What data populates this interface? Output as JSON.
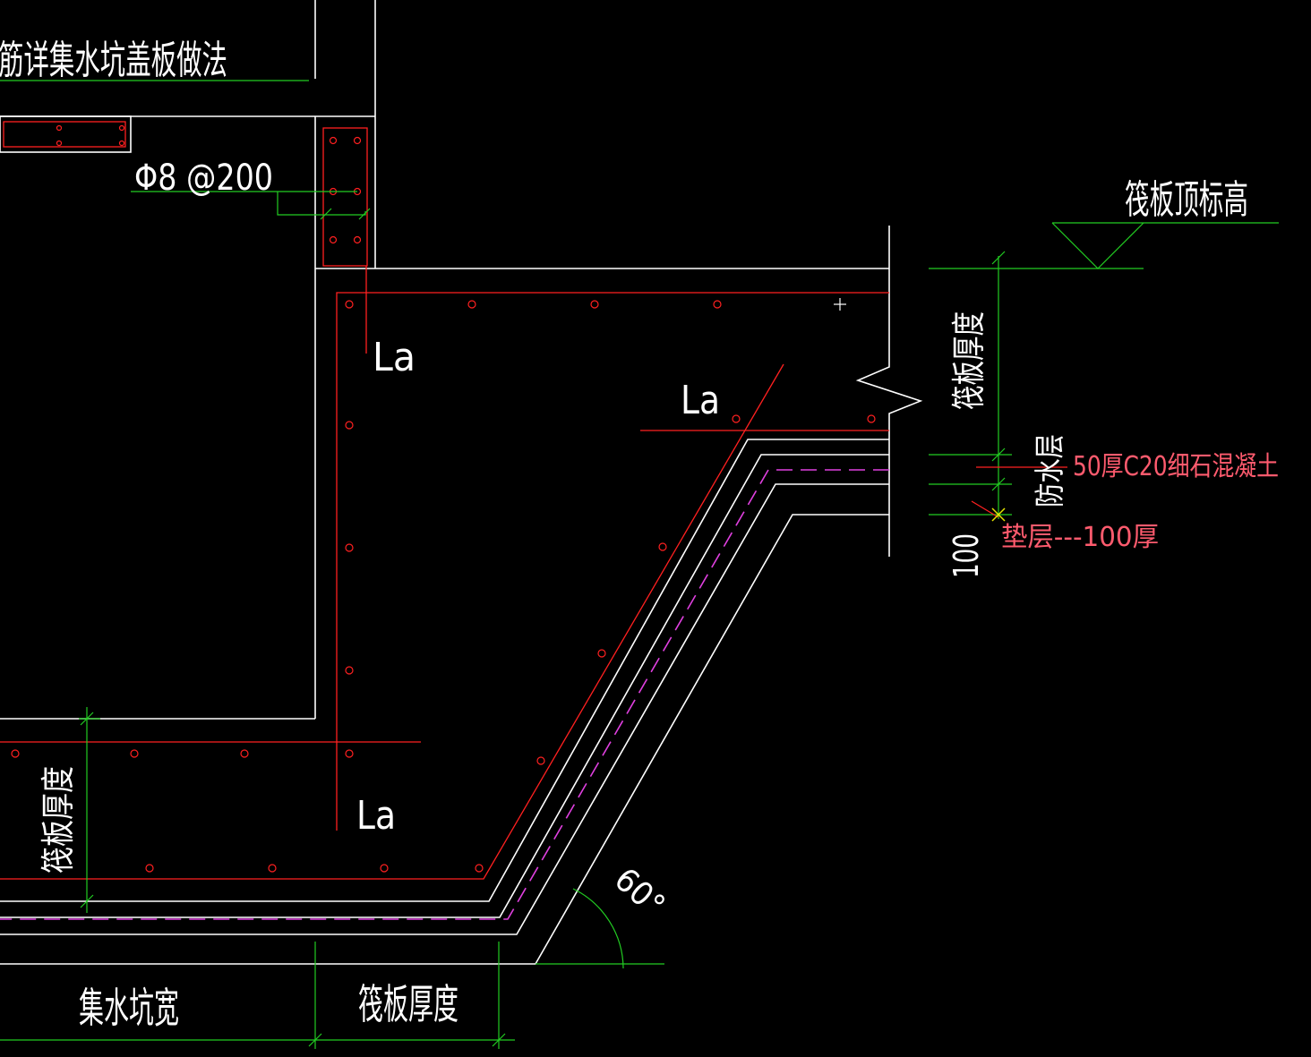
{
  "labels": {
    "title_partial": "筋详集水坑盖板做法",
    "rebar_spec": "Φ8 @200",
    "raft_top_elevation": "筏板顶标高",
    "la_1": "La",
    "la_2": "La",
    "la_3": "La",
    "raft_thickness_right": "筏板厚度",
    "raft_thickness_left": "筏板厚度",
    "waterproof_layer": "防水层",
    "concrete_note": "50厚C20细石混凝土",
    "cushion_note": "垫层---100厚",
    "dim_100": "100",
    "angle": "60°",
    "pit_width": "集水坑宽",
    "raft_thickness_bottom": "筏板厚度"
  },
  "colors": {
    "background": "#000000",
    "outline": "#ffffff",
    "rebar": "#ff2020",
    "dimension": "#22cc22",
    "waterproof": "#e040e0",
    "annotation": "#ff5b6e"
  }
}
